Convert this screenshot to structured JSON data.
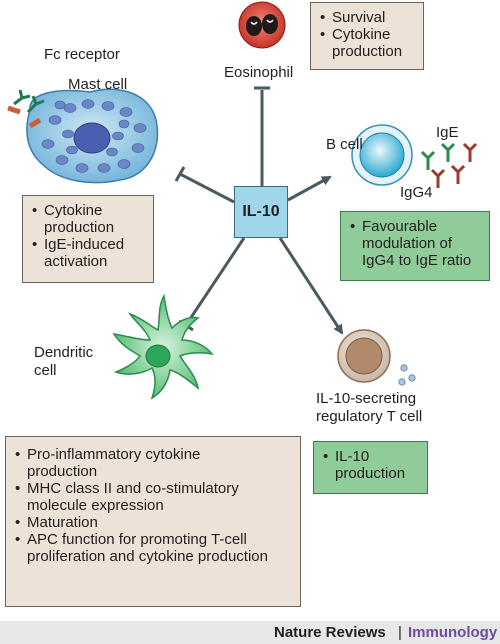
{
  "center": {
    "label": "IL-10"
  },
  "eosinophil": {
    "label": "Eosinophil",
    "effects": [
      "Survival",
      "Cytokine production"
    ]
  },
  "mast_cell": {
    "receptor_label": "Fc receptor",
    "label": "Mast cell",
    "effects": [
      "Cytokine production",
      "IgE-induced activation"
    ]
  },
  "b_cell": {
    "label": "B cell",
    "antibody_labels": [
      "IgE",
      "IgG4"
    ],
    "effects": [
      "Favourable modulation of IgG4 to IgE ratio"
    ]
  },
  "dendritic_cell": {
    "label_line1": "Dendritic",
    "label_line2": "cell",
    "effects": [
      "Pro-inflammatory cytokine production",
      "MHC class II and co-stimulatory molecule expression",
      "Maturation",
      "APC function for promoting T-cell proliferation and cytokine production"
    ]
  },
  "treg": {
    "label_line1": "IL-10-secreting",
    "label_line2": "regulatory T cell",
    "effects": [
      "IL-10 production"
    ]
  },
  "footer": {
    "journal": "Nature Reviews",
    "separator": "|",
    "section": "Immunology"
  },
  "colors": {
    "tan_box": "#ede2d7",
    "green_box": "#8fcc9a",
    "center_box": "#9fd6ea",
    "mast_cell": "#86c2e2",
    "b_cell": "#2fb8d9",
    "dendritic_cell": "#4fbe74",
    "treg": "#b08a6b",
    "eosinophil": "#d0362c",
    "footer_accent": "#6b4ea0"
  }
}
